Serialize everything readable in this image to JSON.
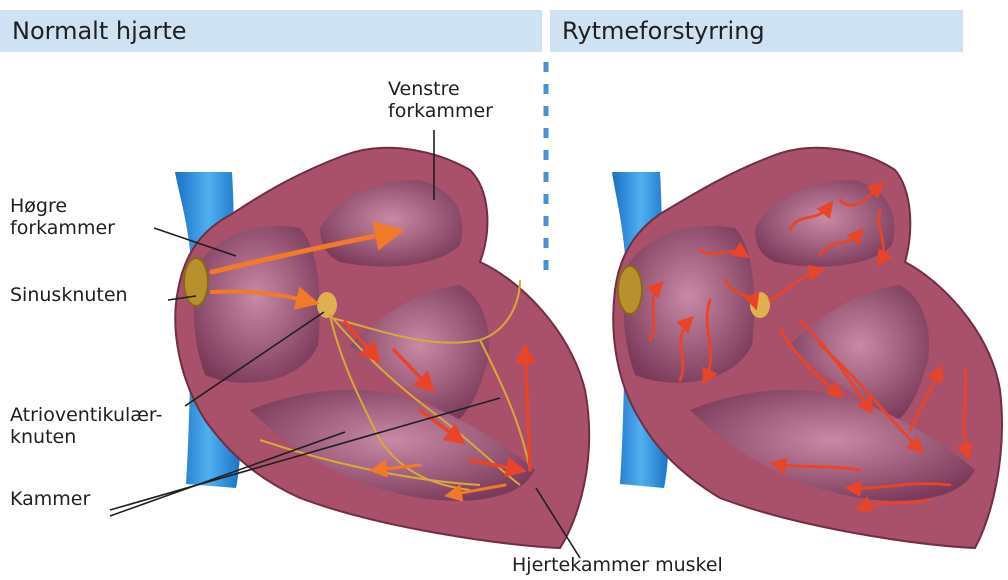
{
  "headers": {
    "normal": "Normalt hjarte",
    "arrhythmia": "Rytmeforstyrring"
  },
  "labels": {
    "left_atrium": [
      "Venstre",
      "forkammer"
    ],
    "right_atrium": [
      "Høgre",
      "forkammer"
    ],
    "sinus_node": "Sinusknuten",
    "av_node": [
      "Atrioventikulær-",
      "knuten"
    ],
    "ventricle": "Kammer",
    "ventricle_muscle": "Hjertekammer muskel"
  },
  "colors": {
    "header_bg": "#cfe2f3",
    "divider": "#4a90d9",
    "vein": "#2a8fe0",
    "tissue": "#a9506a",
    "arrow": "#e8442a"
  }
}
